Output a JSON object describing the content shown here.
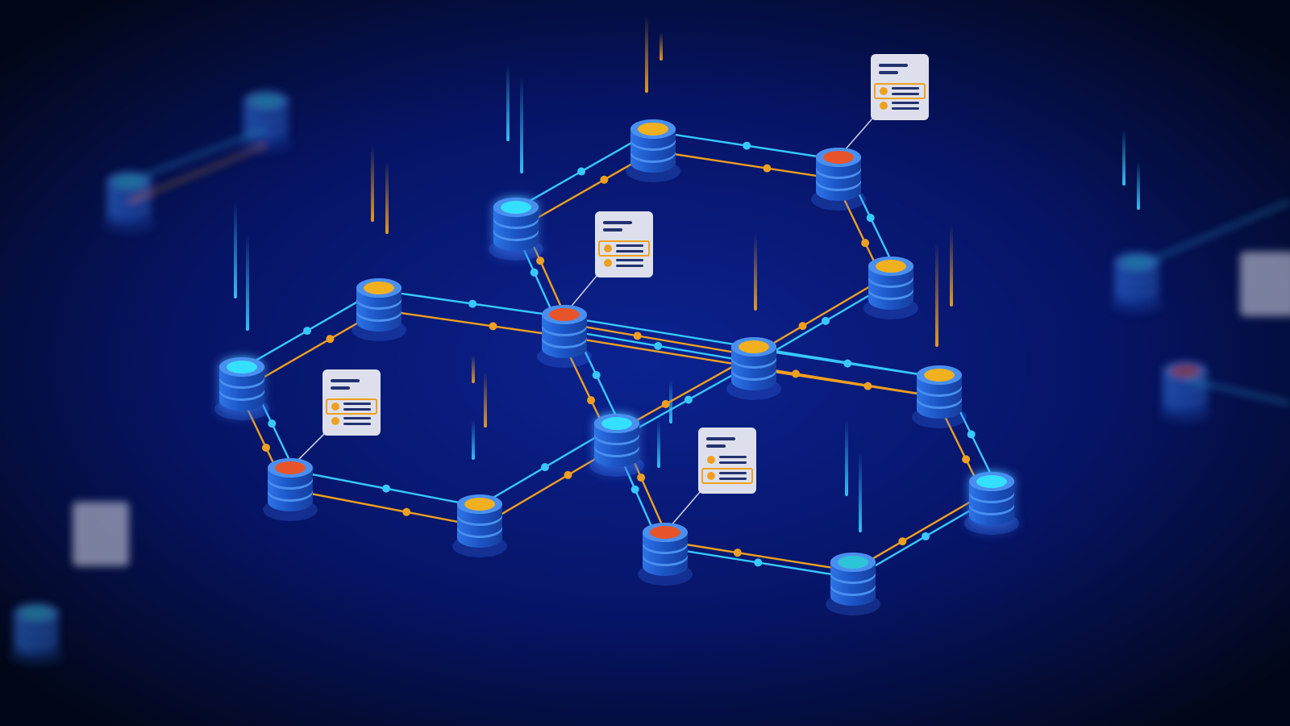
{
  "colors": {
    "background_center": "#0b2290",
    "background_mid": "#061466",
    "background_edge": "#020718",
    "link_cyan": "#38c8ff",
    "link_orange": "#f0a020",
    "disk_body": "#1f5fcf",
    "disk_rim": "#4a8ff0",
    "top_cyan": "#36e0ff",
    "top_gold": "#f0b020",
    "top_red": "#e8542a",
    "top_teal": "#2ec4d8",
    "card_fill": "#dde0ec",
    "card_line": "#23326e",
    "card_accent": "#f0a020"
  },
  "graph": {
    "nodes": [
      {
        "id": "n1",
        "top": "gold"
      },
      {
        "id": "n2",
        "top": "red"
      },
      {
        "id": "n3",
        "top": "cyan"
      },
      {
        "id": "n4",
        "top": "red"
      },
      {
        "id": "n5",
        "top": "gold"
      },
      {
        "id": "n6",
        "top": "gold"
      },
      {
        "id": "n7",
        "top": "cyan"
      },
      {
        "id": "n8",
        "top": "red"
      },
      {
        "id": "n9",
        "top": "gold"
      },
      {
        "id": "n10",
        "top": "cyan"
      },
      {
        "id": "n11",
        "top": "gold"
      },
      {
        "id": "n12",
        "top": "gold"
      },
      {
        "id": "n13",
        "top": "cyan"
      },
      {
        "id": "n14",
        "top": "red"
      },
      {
        "id": "n15",
        "top": "teal"
      },
      {
        "id": "n16",
        "top": "cyan"
      }
    ],
    "links": [
      [
        "n1",
        "n2"
      ],
      [
        "n2",
        "n5"
      ],
      [
        "n5",
        "n9"
      ],
      [
        "n9",
        "n13"
      ],
      [
        "n1",
        "n3"
      ],
      [
        "n3",
        "n4"
      ],
      [
        "n4",
        "n7"
      ],
      [
        "n7",
        "n14"
      ],
      [
        "n14",
        "n15"
      ],
      [
        "n15",
        "n16"
      ],
      [
        "n16",
        "n12"
      ],
      [
        "n12",
        "n9"
      ],
      [
        "n9",
        "n4"
      ],
      [
        "n6",
        "n4"
      ],
      [
        "n6",
        "n10"
      ],
      [
        "n10",
        "n8"
      ],
      [
        "n8",
        "n11"
      ],
      [
        "n11",
        "n7"
      ],
      [
        "n7",
        "n12"
      ]
    ],
    "cards": [
      {
        "node": "n2",
        "highlight_row": 2
      },
      {
        "node": "n4",
        "highlight_row": 2
      },
      {
        "node": "n8",
        "highlight_row": 2
      },
      {
        "node": "n14",
        "highlight_row": 3
      }
    ]
  },
  "icons": {
    "node": "database-icon",
    "card": "checklist-card-icon",
    "check": "check-circle-icon"
  }
}
